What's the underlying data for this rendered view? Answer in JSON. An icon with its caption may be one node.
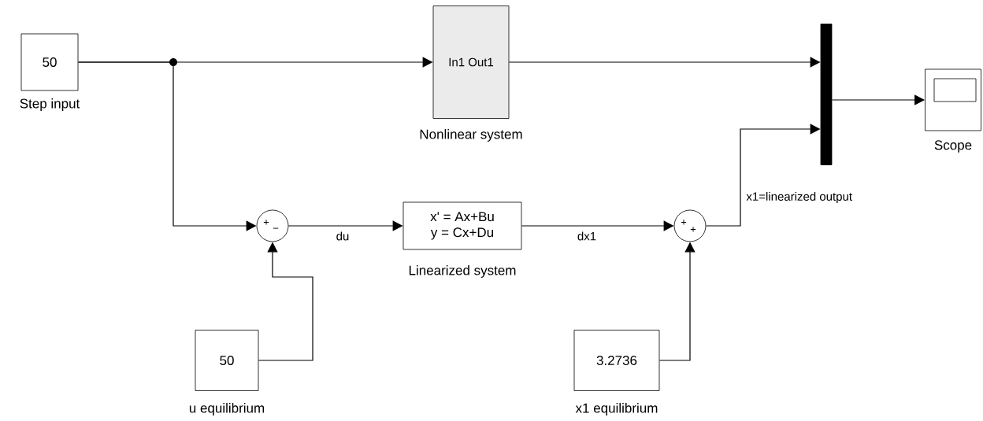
{
  "diagram": {
    "nodes": [
      {
        "text": [
          "50"
        ],
        "beside": [
          "Step input"
        ]
      },
      {
        "text": [
          "In1 Out1"
        ],
        "beside": [
          "Nonlinear system"
        ]
      },
      {
        "text": [],
        "shape": "bar"
      },
      {
        "text": [],
        "shape": "box",
        "beside": [
          "Scope"
        ]
      },
      {
        "text": [
          "+",
          "−"
        ]
      },
      {
        "text": [
          "x' = Ax+Bu",
          "y = Cx+Du"
        ],
        "beside": [
          "Linearized system"
        ]
      },
      {
        "text": [
          "+",
          "+"
        ]
      },
      {
        "text": [
          "50"
        ],
        "beside": [
          "u equilibrium"
        ]
      },
      {
        "text": [
          "3.2736"
        ],
        "beside": [
          "x1 equilibrium"
        ]
      }
    ],
    "edges": [
      {
        "from": 0,
        "to": 1,
        "arrow": "to"
      },
      {
        "from": 0,
        "to": 4,
        "arrow": "to"
      },
      {
        "from": 1,
        "to": 2,
        "arrow": "to"
      },
      {
        "from": 2,
        "to": 3,
        "arrow": "to"
      },
      {
        "from": 4,
        "to": 5,
        "arrow": "to",
        "label": "du"
      },
      {
        "from": 5,
        "to": 6,
        "arrow": "to",
        "label": "dx1"
      },
      {
        "from": 6,
        "to": 2,
        "arrow": "to",
        "label": "x1=linearized output"
      },
      {
        "from": 7,
        "to": 4,
        "arrow": "to"
      },
      {
        "from": 8,
        "to": 6,
        "arrow": "to"
      }
    ]
  }
}
